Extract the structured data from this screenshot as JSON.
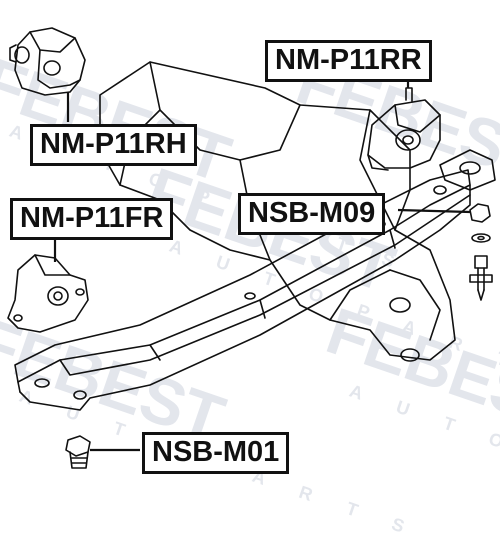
{
  "watermark": {
    "brand": "FEBEST",
    "tagline": "A U T O   P A R T S"
  },
  "labels": {
    "rear": "NM-P11RR",
    "right": "NM-P11RH",
    "front": "NM-P11FR",
    "member": "NSB-M09",
    "bolt": "NSB-M01"
  },
  "colors": {
    "line": "#111111",
    "watermark": "#e3e6ec",
    "background": "#ffffff"
  }
}
